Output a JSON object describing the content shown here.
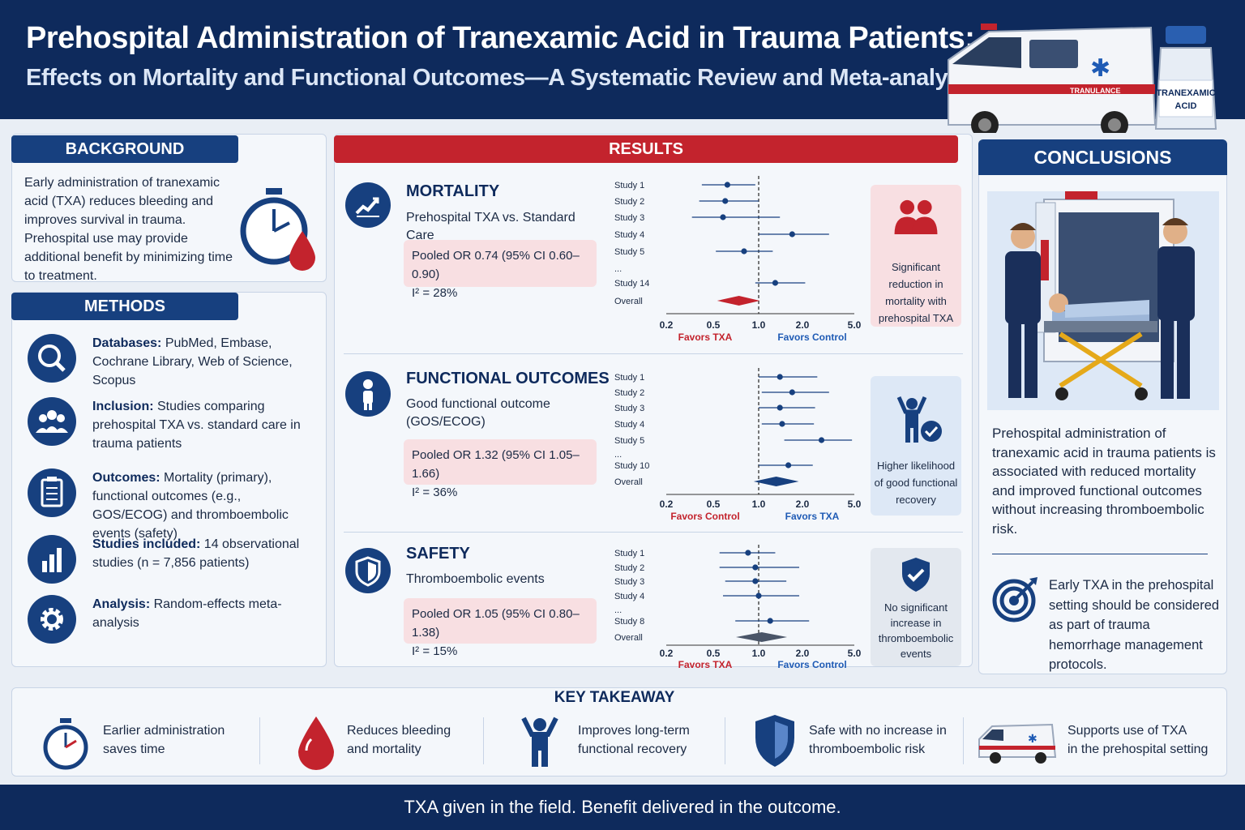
{
  "header": {
    "title": "Prehospital Administration of Tranexamic Acid in Trauma Patients:",
    "subtitle": "Effects on Mortality and Functional Outcomes—A Systematic Review and Meta-analysis",
    "ambulance_text": "TRANULANCE",
    "vial_label_line1": "TRANEXAMIC",
    "vial_label_line2": "ACID"
  },
  "background": {
    "heading": "BACKGROUND",
    "text": "Early administration of tranexamic acid (TXA) reduces bleeding and improves survival in trauma. Prehospital use may provide additional benefit by minimizing time to treatment."
  },
  "methods": {
    "heading": "METHODS",
    "items": [
      {
        "label": "Databases:",
        "text": " PubMed, Embase, Cochrane Library, Web of Science, Scopus",
        "icon": "magnifier-icon"
      },
      {
        "label": "Inclusion:",
        "text": " Studies comparing prehospital TXA vs. standard care in trauma patients",
        "icon": "people-icon"
      },
      {
        "label": "Outcomes:",
        "text": " Mortality (primary), functional outcomes (e.g., GOS/ECOG) and thromboembolic events (safety)",
        "icon": "clipboard-icon"
      },
      {
        "label": "Studies included:",
        "text": " 14 observational studies (n = 7,856 patients)",
        "icon": "bar-chart-icon"
      },
      {
        "label": "Analysis:",
        "text": " Random-effects meta-analysis",
        "icon": "gear-icon"
      }
    ]
  },
  "results": {
    "heading": "RESULTS",
    "sections": [
      {
        "title": "MORTALITY",
        "subtitle": "Prehospital TXA vs. Standard Care",
        "pooled": "Pooled OR 0.74 (95% CI 0.60–0.90)",
        "i2": "I² = 28%",
        "side_text": "Significant reduction in mortality with prehospital TXA",
        "forest": {
          "studies": [
            "Study 1",
            "Study 2",
            "Study 3",
            "Study 4",
            "Study 5",
            "...",
            "Study 14"
          ],
          "overall_label": "Overall",
          "ticks": [
            "0.2",
            "0.5",
            "1.0",
            "2.0",
            "5.0"
          ],
          "left_label": "Favors TXA",
          "right_label": "Favors Control"
        }
      },
      {
        "title": "FUNCTIONAL OUTCOMES",
        "subtitle": "Good functional outcome (GOS/ECOG)",
        "pooled": "Pooled OR 1.32 (95% CI 1.05–1.66)",
        "i2": "I² = 36%",
        "side_text": "Higher likelihood of good functional recovery",
        "forest": {
          "studies": [
            "Study 1",
            "Study 2",
            "Study 3",
            "Study 4",
            "Study 5",
            "...",
            "Study 10"
          ],
          "overall_label": "Overall",
          "ticks": [
            "0.2",
            "0.5",
            "1.0",
            "2.0",
            "5.0"
          ],
          "left_label": "Favors Control",
          "right_label": "Favors TXA"
        }
      },
      {
        "title": "SAFETY",
        "subtitle": "Thromboembolic events",
        "pooled": "Pooled OR 1.05 (95% CI 0.80–1.38)",
        "i2": "I² = 15%",
        "side_text": "No significant increase in thromboembolic events",
        "forest": {
          "studies": [
            "Study 1",
            "Study 2",
            "Study 3",
            "Study 4",
            "...",
            "Study 8"
          ],
          "overall_label": "Overall",
          "ticks": [
            "0.2",
            "0.5",
            "1.0",
            "2.0",
            "5.0"
          ],
          "left_label": "Favors TXA",
          "right_label": "Favors Control"
        }
      }
    ]
  },
  "conclusions": {
    "heading": "CONCLUSIONS",
    "text": "Prehospital administration of tranexamic acid in trauma patients is associated with reduced mortality and improved functional outcomes without increasing thromboembolic risk.",
    "recommendation": "Early TXA in the prehospital setting should be considered as part of trauma hemorrhage management protocols."
  },
  "key_takeaway": {
    "heading": "KEY TAKEAWAY",
    "items": [
      {
        "text1": "Earlier administration",
        "text2": "saves time",
        "icon": "stopwatch-icon"
      },
      {
        "text1": "Reduces bleeding",
        "text2": "and mortality",
        "icon": "blood-drop-icon"
      },
      {
        "text1": "Improves long-term",
        "text2": "functional recovery",
        "icon": "person-cheer-icon"
      },
      {
        "text1": "Safe with no increase in",
        "text2": "thromboembolic risk",
        "icon": "shield-icon"
      },
      {
        "text1": "Supports use of TXA",
        "text2": "in the prehospital setting",
        "icon": "ambulance-icon"
      }
    ]
  },
  "footer": {
    "text": "TXA given in the field. Benefit delivered in the outcome."
  },
  "forest_data": [
    {
      "points": [
        {
          "or": 0.62,
          "lo": 0.4,
          "hi": 0.95
        },
        {
          "or": 0.6,
          "lo": 0.38,
          "hi": 1.0
        },
        {
          "or": 0.58,
          "lo": 0.33,
          "hi": 1.4
        },
        {
          "or": 1.7,
          "lo": 1.0,
          "hi": 3.2
        },
        {
          "or": 0.8,
          "lo": 0.52,
          "hi": 1.25
        },
        {
          "or": 1.3,
          "lo": 0.95,
          "hi": 2.1
        }
      ],
      "overall": {
        "or": 0.74,
        "lo": 0.6,
        "hi": 0.9
      },
      "null_value": 1.0,
      "overall_color": "#c3232d"
    },
    {
      "points": [
        {
          "or": 1.4,
          "lo": 1.0,
          "hi": 2.6
        },
        {
          "or": 1.7,
          "lo": 1.05,
          "hi": 3.2
        },
        {
          "or": 1.4,
          "lo": 1.0,
          "hi": 2.5
        },
        {
          "or": 1.45,
          "lo": 1.05,
          "hi": 2.45
        },
        {
          "or": 2.8,
          "lo": 1.5,
          "hi": 4.8
        },
        {
          "or": 1.6,
          "lo": 1.0,
          "hi": 2.4
        }
      ],
      "overall": {
        "or": 1.32,
        "lo": 1.05,
        "hi": 1.66
      },
      "null_value": 1.0,
      "overall_color": "#17407f"
    },
    {
      "points": [
        {
          "or": 0.85,
          "lo": 0.55,
          "hi": 1.3
        },
        {
          "or": 0.95,
          "lo": 0.55,
          "hi": 1.9
        },
        {
          "or": 0.95,
          "lo": 0.6,
          "hi": 1.55
        },
        {
          "or": 1.0,
          "lo": 0.58,
          "hi": 1.9
        },
        {
          "or": 1.2,
          "lo": 0.7,
          "hi": 2.25
        }
      ],
      "overall": {
        "or": 1.05,
        "lo": 0.8,
        "hi": 1.38
      },
      "null_value": 1.0,
      "overall_color": "#4a5568"
    }
  ],
  "colors": {
    "navy": "#0e2a5c",
    "blue": "#17407f",
    "red": "#c3232d",
    "pink": "#f8dfe2",
    "light_blue": "#dde8f6"
  }
}
